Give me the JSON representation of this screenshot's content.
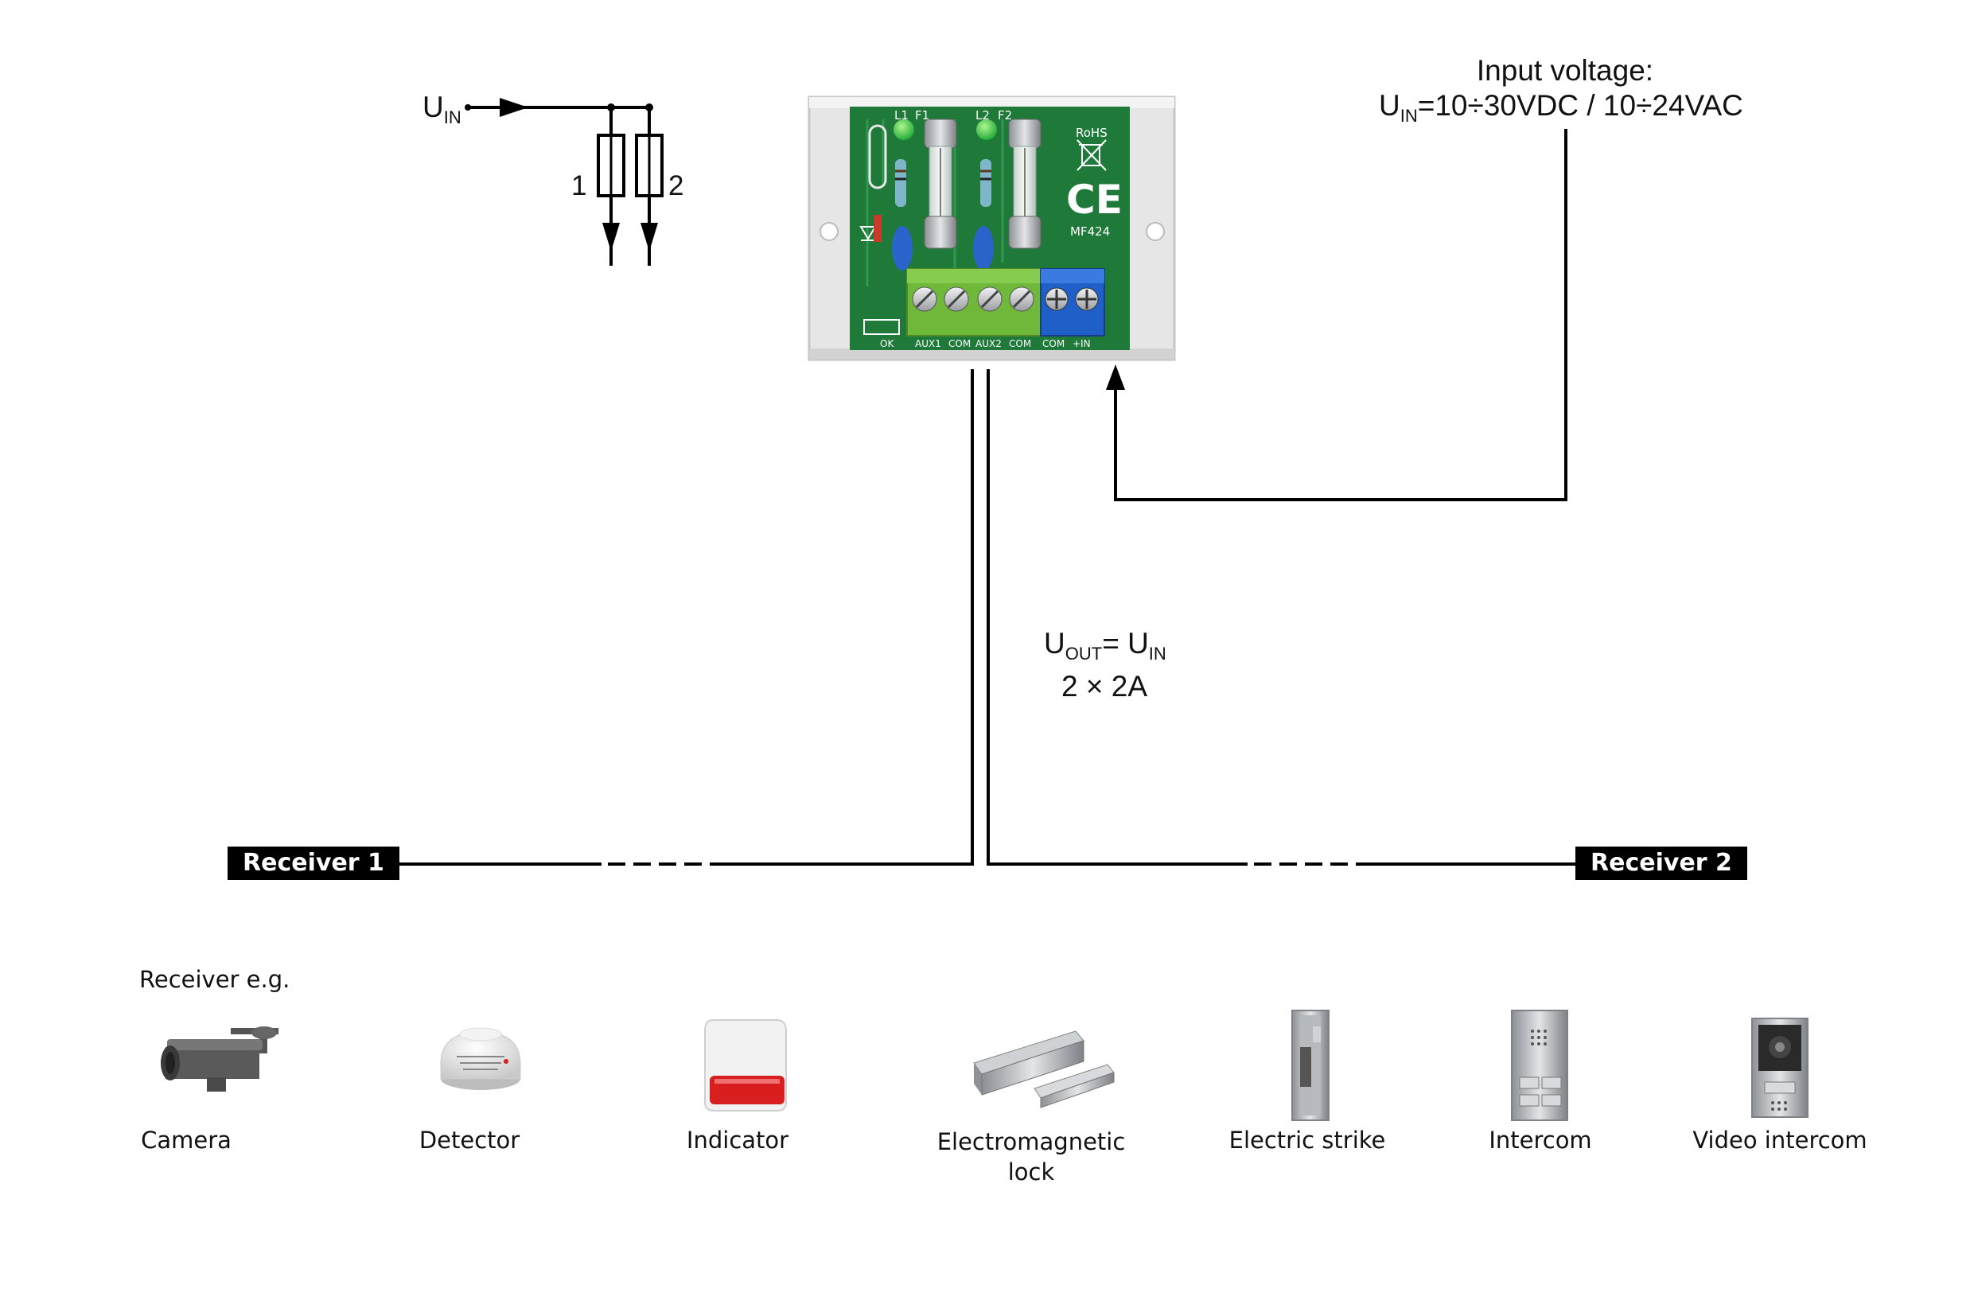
{
  "schematic": {
    "input_symbol": "U",
    "input_sub": "IN",
    "channel_1": "1",
    "channel_2": "2"
  },
  "module": {
    "marks": {
      "l1": "L1",
      "f1": "F1",
      "l2": "L2",
      "f2": "F2",
      "rohs": "RoHS",
      "ce": "CE",
      "model": "MF424",
      "ok": "OK",
      "aux1": "AUX1",
      "com1": "COM",
      "aux2": "AUX2",
      "com2": "COM",
      "com3": "COM",
      "plus_in": "+IN"
    }
  },
  "input_voltage": {
    "title": "Input voltage:",
    "symbol": "U",
    "sub": "IN",
    "value": "=10÷30VDC / 10÷24VAC"
  },
  "output": {
    "symbol": "U",
    "sub": "OUT",
    "eq": "= U",
    "sub2": "IN",
    "rating": "2 × 2A"
  },
  "receivers": {
    "r1": "Receiver 1",
    "r2": "Receiver 2",
    "examples_label": "Receiver e.g."
  },
  "devices": [
    {
      "id": "camera",
      "label": "Camera",
      "icon": "camera-icon"
    },
    {
      "id": "detector",
      "label": "Detector",
      "icon": "smoke-detector-icon"
    },
    {
      "id": "indicator",
      "label": "Indicator",
      "icon": "siren-icon"
    },
    {
      "id": "electromagnetic-lock",
      "label": "Electromagnetic",
      "label2": "lock",
      "icon": "magnetic-lock-icon"
    },
    {
      "id": "electric-strike",
      "label": "Electric strike",
      "icon": "electric-strike-icon"
    },
    {
      "id": "intercom",
      "label": "Intercom",
      "icon": "intercom-icon"
    },
    {
      "id": "video-intercom",
      "label": "Video intercom",
      "icon": "video-intercom-icon"
    }
  ],
  "colors": {
    "pcb_green": "#1f7a3a",
    "terminal_green": "#6fb83a",
    "terminal_blue": "#1f5fc7",
    "housing": "#e6e6e6",
    "siren_red": "#d81e1e",
    "line": "#000000"
  }
}
